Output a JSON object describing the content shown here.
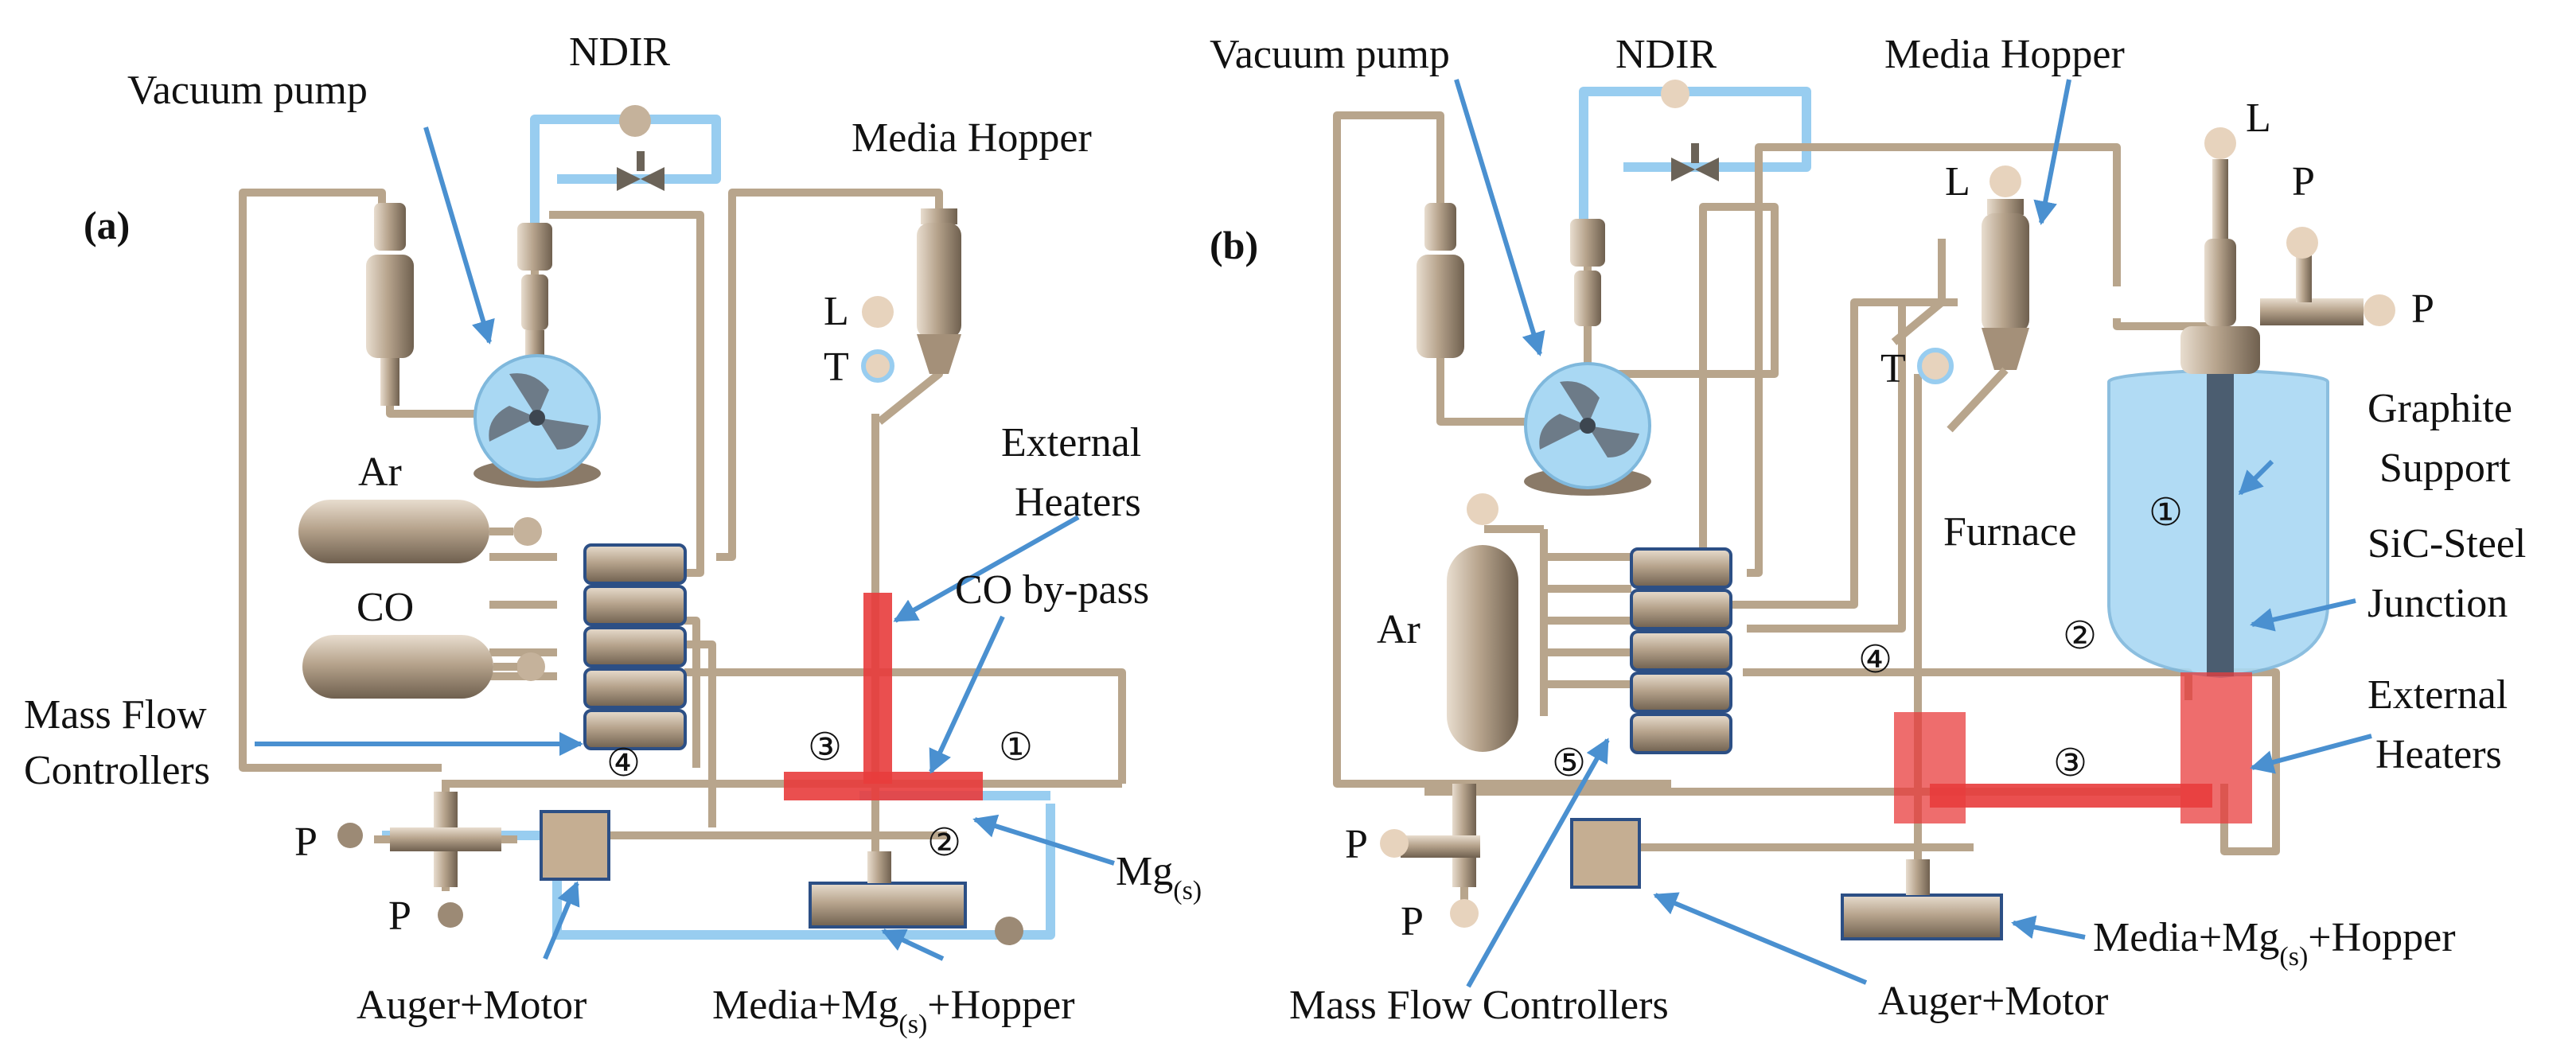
{
  "panels": {
    "a": {
      "tag": "(a)",
      "labels": {
        "vacuum_pump": "Vacuum pump",
        "ndir": "NDIR",
        "media_hopper": "Media Hopper",
        "l": "L",
        "t": "T",
        "external_heaters_1": "External",
        "external_heaters_2": "Heaters",
        "co_bypass": "CO by-pass",
        "ar": "Ar",
        "co": "CO",
        "mfc_1": "Mass Flow",
        "mfc_2": "Controllers",
        "mg_main": "Mg",
        "mg_sub": "(s)",
        "p1": "P",
        "p2": "P",
        "auger_motor": "Auger+Motor",
        "mmh_pre": "Media+Mg",
        "mmh_sub": "(s)",
        "mmh_post": "+Hopper"
      },
      "markers": {
        "m1": "①",
        "m2": "②",
        "m3": "③",
        "m4": "④"
      }
    },
    "b": {
      "tag": "(b)",
      "labels": {
        "vacuum_pump": "Vacuum pump",
        "ndir": "NDIR",
        "media_hopper": "Media Hopper",
        "l1": "L",
        "l2": "L",
        "p_top1": "P",
        "p_top2": "P",
        "t": "T",
        "graphite_1": "Graphite",
        "graphite_2": "Support",
        "furnace": "Furnace",
        "sic_1": "SiC-Steel",
        "sic_2": "Junction",
        "ar": "Ar",
        "ext_1": "External",
        "ext_2": "Heaters",
        "p1": "P",
        "p2": "P",
        "mmh_pre": "Media+Mg",
        "mmh_sub": "(s)",
        "mmh_post": "+Hopper",
        "mfc": "Mass Flow Controllers",
        "auger_motor": "Auger+Motor"
      },
      "markers": {
        "m1": "①",
        "m2": "②",
        "m3": "③",
        "m4": "④",
        "m5": "⑤"
      }
    }
  },
  "colors": {
    "pipe": "#b8a58c",
    "blue_line": "#98cdf0",
    "arrow": "#4a90d0",
    "heater": "#e83c3c",
    "vessel": "#a9d8f3",
    "metal": "#a89580"
  }
}
